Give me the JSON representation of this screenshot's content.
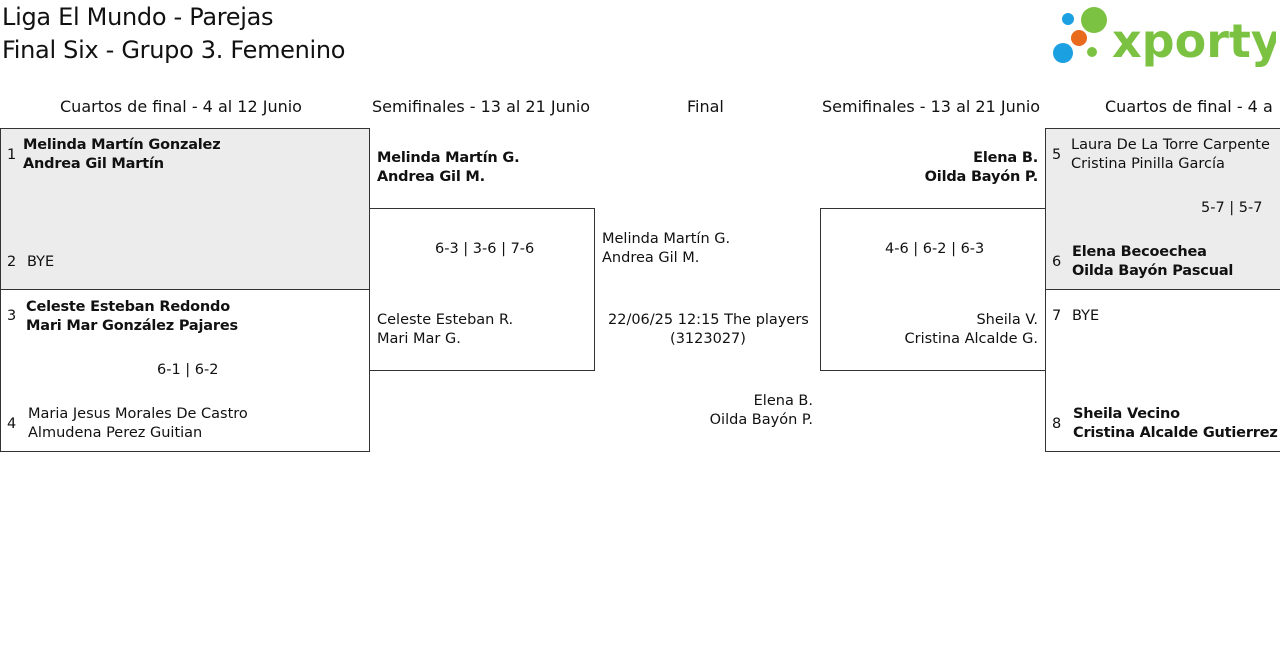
{
  "title": {
    "line1": "Liga El Mundo - Parejas",
    "line2": "Final Six - Grupo 3. Femenino"
  },
  "logo": {
    "text": "xporty",
    "colors": {
      "green": "#7cc242",
      "blue": "#1ba0e2",
      "orange": "#e86a1c"
    }
  },
  "headers": {
    "qf_left": "Cuartos de final - 4 al 12 Junio",
    "sf_left": "Semifinales - 13 al 21 Junio",
    "final": "Final",
    "sf_right": "Semifinales - 13 al 21 Junio",
    "qf_right": "Cuartos de final - 4 a"
  },
  "qf_left": {
    "m1": {
      "seed_a": "1",
      "a_p1": "Melinda Martín Gonzalez",
      "a_p2": "Andrea Gil Martín",
      "seed_b": "2",
      "b_p1": "BYE",
      "score": ""
    },
    "m2": {
      "seed_a": "3",
      "a_p1": "Celeste Esteban Redondo",
      "a_p2": "Mari Mar González Pajares",
      "seed_b": "4",
      "b_p1": "Maria Jesus Morales De Castro",
      "b_p2": "Almudena Perez Guitian",
      "score": "6-1 | 6-2"
    }
  },
  "sf_left": {
    "a_p1": "Melinda Martín G.",
    "a_p2": "Andrea Gil M.",
    "score": "6-3 | 3-6 | 7-6",
    "b_p1": "Celeste Esteban R.",
    "b_p2": "Mari Mar G."
  },
  "final": {
    "a_p1": "Melinda Martín G.",
    "a_p2": "Andrea Gil M.",
    "schedule": "22/06/25 12:15 The players",
    "code": "(3123027)",
    "b_p1": "Elena B.",
    "b_p2": "Oilda Bayón P."
  },
  "sf_right": {
    "a_p1": "Elena B.",
    "a_p2": "Oilda Bayón P.",
    "score": "4-6 | 6-2 | 6-3",
    "b_p1": "Sheila V.",
    "b_p2": "Cristina Alcalde G."
  },
  "qf_right": {
    "m1": {
      "seed_a": "5",
      "a_p1": "Laura De La Torre Carpente",
      "a_p2": "Cristina Pinilla García",
      "score": "5-7 | 5-7",
      "seed_b": "6",
      "b_p1": "Elena Becoechea",
      "b_p2": "Oilda Bayón Pascual"
    },
    "m2": {
      "seed_a": "7",
      "a_p1": "BYE",
      "seed_b": "8",
      "b_p1": "Sheila Vecino",
      "b_p2": "Cristina Alcalde Gutierrez"
    }
  }
}
